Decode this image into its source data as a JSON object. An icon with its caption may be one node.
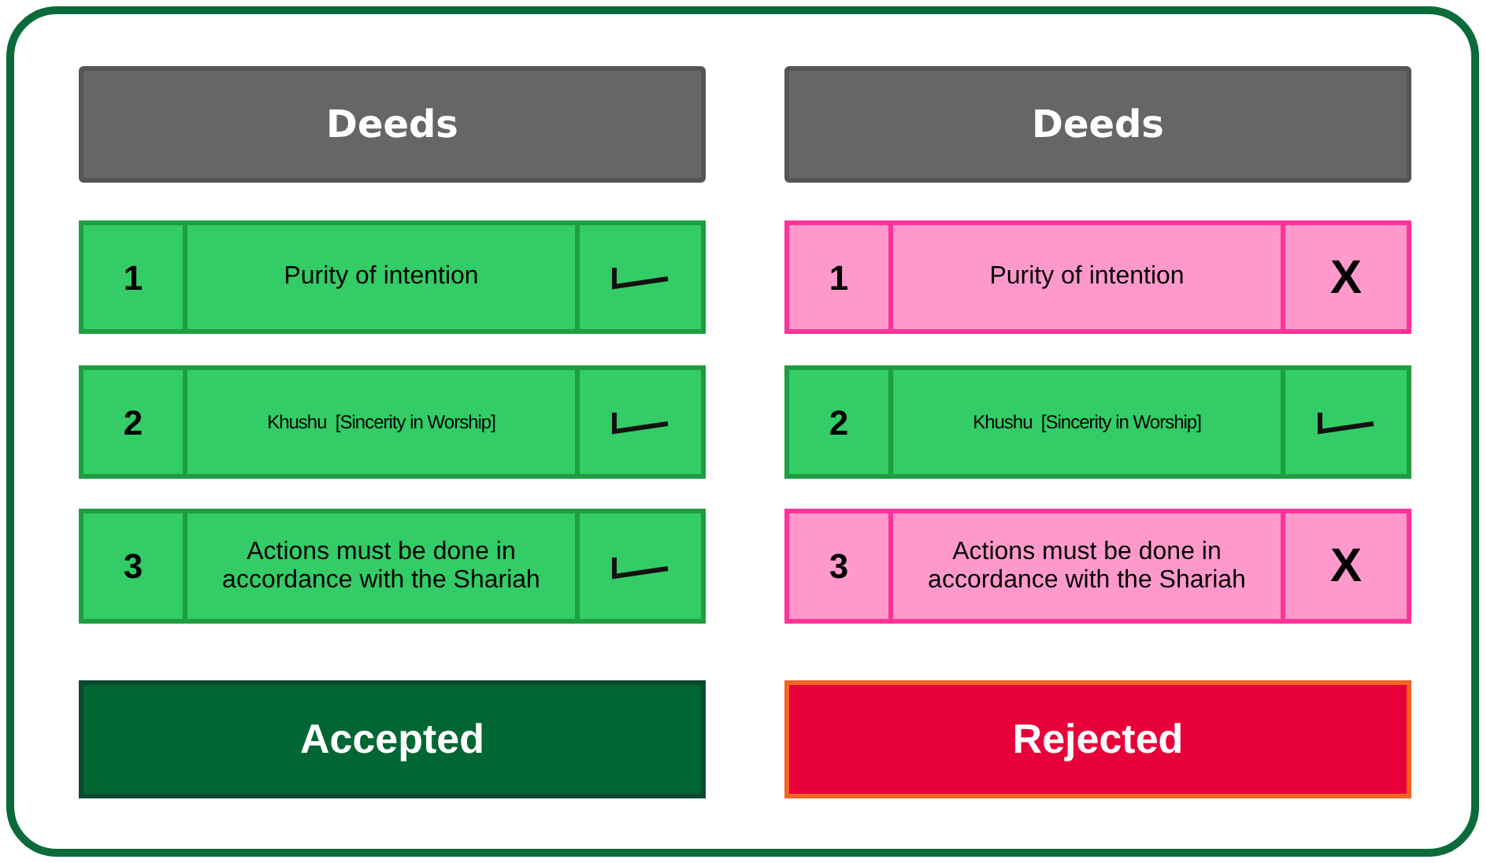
{
  "diagram": {
    "nodes": [
      {
        "text": [
          "Deeds"
        ]
      },
      {
        "text": [
          "Deeds"
        ]
      },
      {
        "text": [
          "1",
          "Purity of intention"
        ]
      },
      {
        "text": [
          "1",
          "Purity of intention",
          "X"
        ]
      },
      {
        "text": [
          "2",
          "Khushu  [Sincerity in Worship]"
        ]
      },
      {
        "text": [
          "2",
          "Khushu  [Sincerity in Worship]"
        ]
      },
      {
        "text": [
          "3",
          "Actions must be done in accordance with the Shariah"
        ]
      },
      {
        "text": [
          "3",
          "Actions must be done in accordance with the Shariah",
          "X"
        ]
      },
      {
        "text": [
          "Accepted"
        ]
      },
      {
        "text": [
          "Rejected"
        ]
      }
    ]
  }
}
